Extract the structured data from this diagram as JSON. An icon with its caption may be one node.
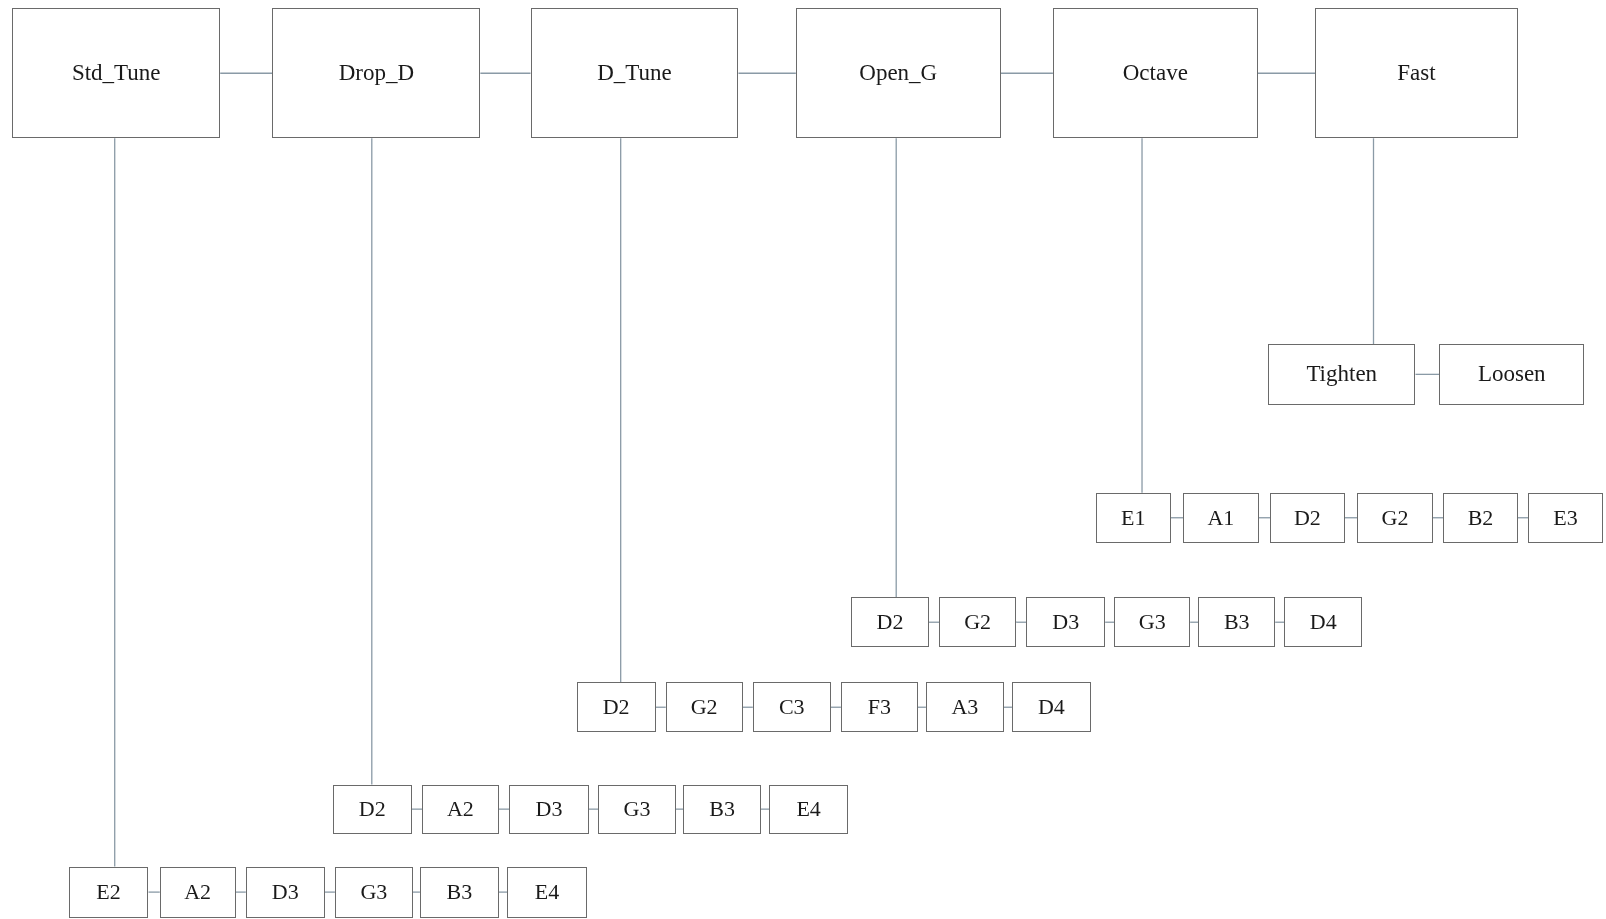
{
  "diagram": {
    "nodes": [
      {
        "text": [
          "Std_Tune"
        ]
      },
      {
        "text": [
          "Drop_D"
        ]
      },
      {
        "text": [
          "D_Tune"
        ]
      },
      {
        "text": [
          "Open_G"
        ]
      },
      {
        "text": [
          "Octave"
        ]
      },
      {
        "text": [
          "Fast"
        ]
      },
      {
        "text": [
          "Tighten"
        ]
      },
      {
        "text": [
          "Loosen"
        ]
      },
      {
        "text": [
          "E1"
        ]
      },
      {
        "text": [
          "A1"
        ]
      },
      {
        "text": [
          "D2"
        ]
      },
      {
        "text": [
          "G2"
        ]
      },
      {
        "text": [
          "B2"
        ]
      },
      {
        "text": [
          "E3"
        ]
      },
      {
        "text": [
          "D2"
        ]
      },
      {
        "text": [
          "G2"
        ]
      },
      {
        "text": [
          "D3"
        ]
      },
      {
        "text": [
          "G3"
        ]
      },
      {
        "text": [
          "B3"
        ]
      },
      {
        "text": [
          "D4"
        ]
      },
      {
        "text": [
          "D2"
        ]
      },
      {
        "text": [
          "G2"
        ]
      },
      {
        "text": [
          "C3"
        ]
      },
      {
        "text": [
          "F3"
        ]
      },
      {
        "text": [
          "A3"
        ]
      },
      {
        "text": [
          "D4"
        ]
      },
      {
        "text": [
          "D2"
        ]
      },
      {
        "text": [
          "A2"
        ]
      },
      {
        "text": [
          "D3"
        ]
      },
      {
        "text": [
          "G3"
        ]
      },
      {
        "text": [
          "B3"
        ]
      },
      {
        "text": [
          "E4"
        ]
      },
      {
        "text": [
          "E2"
        ]
      },
      {
        "text": [
          "A2"
        ]
      },
      {
        "text": [
          "D3"
        ]
      },
      {
        "text": [
          "G3"
        ]
      },
      {
        "text": [
          "B3"
        ]
      },
      {
        "text": [
          "E4"
        ]
      }
    ],
    "edges": [
      {
        "from": 0,
        "to": 1,
        "arrow": "none"
      },
      {
        "from": 1,
        "to": 2,
        "arrow": "none"
      },
      {
        "from": 2,
        "to": 3,
        "arrow": "none"
      },
      {
        "from": 3,
        "to": 4,
        "arrow": "none"
      },
      {
        "from": 4,
        "to": 5,
        "arrow": "none"
      },
      {
        "from": 5,
        "to": 6,
        "arrow": "none"
      },
      {
        "from": 6,
        "to": 7,
        "arrow": "none"
      },
      {
        "from": 4,
        "to": 8,
        "arrow": "none"
      },
      {
        "from": 8,
        "to": 9,
        "arrow": "none"
      },
      {
        "from": 9,
        "to": 10,
        "arrow": "none"
      },
      {
        "from": 10,
        "to": 11,
        "arrow": "none"
      },
      {
        "from": 11,
        "to": 12,
        "arrow": "none"
      },
      {
        "from": 12,
        "to": 13,
        "arrow": "none"
      },
      {
        "from": 3,
        "to": 14,
        "arrow": "none"
      },
      {
        "from": 14,
        "to": 15,
        "arrow": "none"
      },
      {
        "from": 15,
        "to": 16,
        "arrow": "none"
      },
      {
        "from": 16,
        "to": 17,
        "arrow": "none"
      },
      {
        "from": 17,
        "to": 18,
        "arrow": "none"
      },
      {
        "from": 18,
        "to": 19,
        "arrow": "none"
      },
      {
        "from": 2,
        "to": 20,
        "arrow": "none"
      },
      {
        "from": 20,
        "to": 21,
        "arrow": "none"
      },
      {
        "from": 21,
        "to": 22,
        "arrow": "none"
      },
      {
        "from": 22,
        "to": 23,
        "arrow": "none"
      },
      {
        "from": 23,
        "to": 24,
        "arrow": "none"
      },
      {
        "from": 24,
        "to": 25,
        "arrow": "none"
      },
      {
        "from": 1,
        "to": 26,
        "arrow": "none"
      },
      {
        "from": 26,
        "to": 27,
        "arrow": "none"
      },
      {
        "from": 27,
        "to": 28,
        "arrow": "none"
      },
      {
        "from": 28,
        "to": 29,
        "arrow": "none"
      },
      {
        "from": 29,
        "to": 30,
        "arrow": "none"
      },
      {
        "from": 30,
        "to": 31,
        "arrow": "none"
      },
      {
        "from": 0,
        "to": 32,
        "arrow": "none"
      },
      {
        "from": 32,
        "to": 33,
        "arrow": "none"
      },
      {
        "from": 33,
        "to": 34,
        "arrow": "none"
      },
      {
        "from": 34,
        "to": 35,
        "arrow": "none"
      },
      {
        "from": 35,
        "to": 36,
        "arrow": "none"
      },
      {
        "from": 36,
        "to": 37,
        "arrow": "none"
      }
    ]
  }
}
